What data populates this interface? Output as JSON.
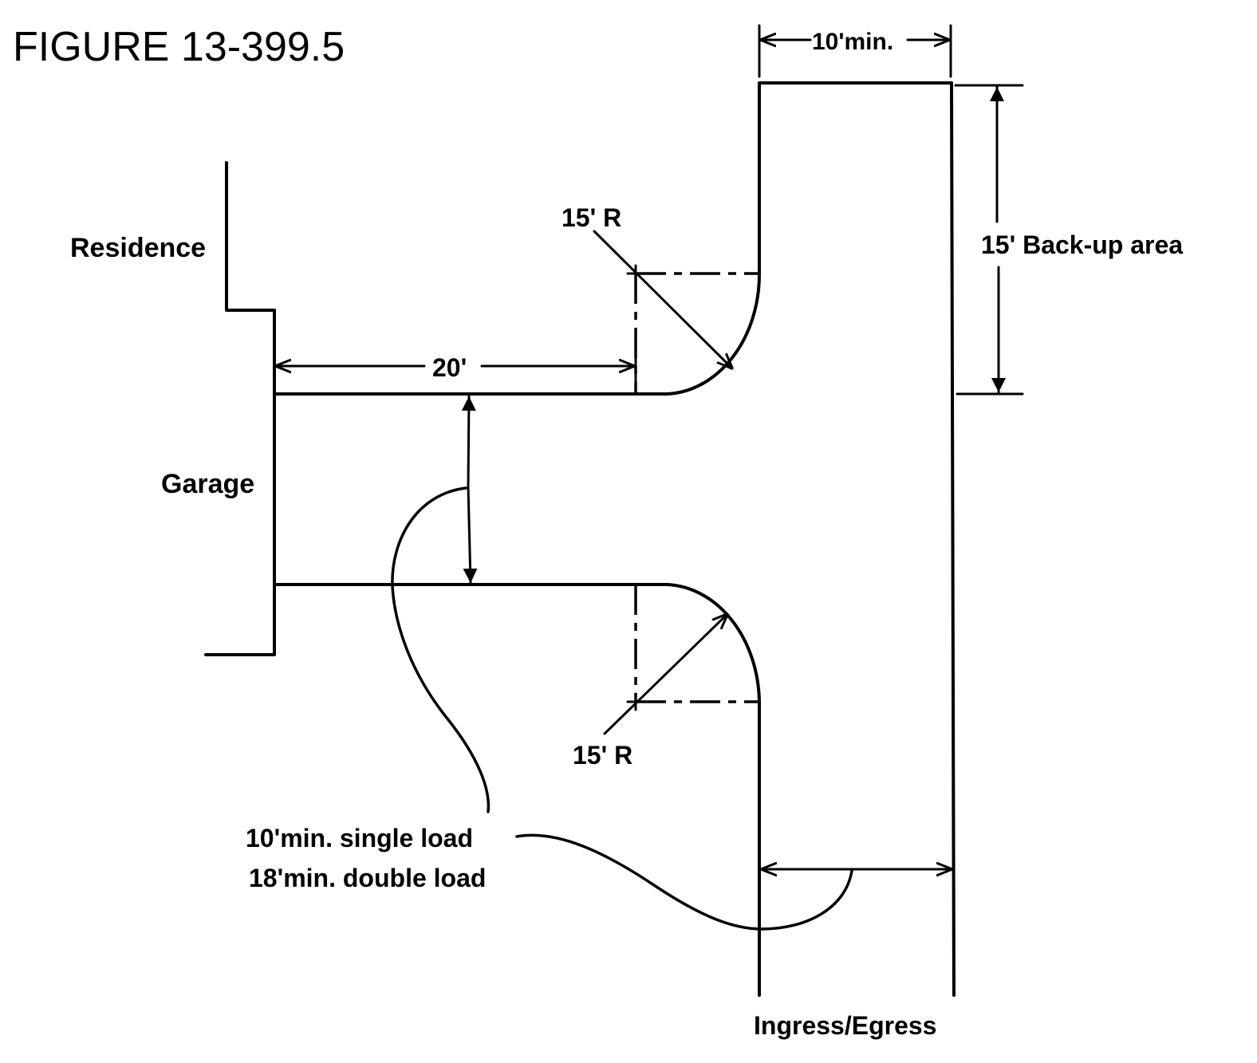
{
  "figure": {
    "title": "FIGURE 13-399.5",
    "labels": {
      "residence": "Residence",
      "garage": "Garage",
      "ingress_egress": "Ingress/Egress"
    },
    "dimensions": {
      "access_width": "10'min.",
      "backup_area": "15' Back-up area",
      "garage_setback": "20'",
      "radius_top": "15' R",
      "radius_bottom": "15' R",
      "driveway_width_single": "10'min. single load",
      "driveway_width_double": "18'min. double load"
    }
  }
}
